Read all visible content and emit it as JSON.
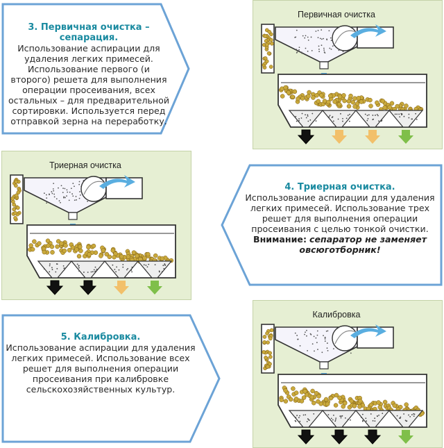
{
  "sections": [
    {
      "title": "3. Первичная очистка – сепарация.",
      "body": "Использование аспирации для удаления легких примесей. Использование первого (и второго) решета для выполнения операции просеивания, всех остальных – для предварительной сортировки. Используется перед отправкой зерна на переработку.",
      "diagram_title": "Первичная очистка",
      "outlets": [
        "black",
        "yellow",
        "yellow",
        "green"
      ]
    },
    {
      "title": "4. Триерная очистка.",
      "body": "Использование аспирации для удаления легких примесей. Использование трех решет для выполнения операции просеивания с целью тонкой очистки.",
      "warning_label": "Внимание:",
      "warning_text": "сепаратор не заменяет овсюготборник!",
      "diagram_title": "Триерная очистка",
      "outlets": [
        "black",
        "black",
        "yellow",
        "green"
      ]
    },
    {
      "title": "5. Калибровка.",
      "body": "Использование аспирации для удаления легких примесей. Использование всех решет для выполнения операции просеивания при калибровке сельскохозяйственных культур.",
      "diagram_title": "Калибровка",
      "outlets": [
        "black",
        "black",
        "black",
        "green"
      ]
    }
  ],
  "colors": {
    "accent": "#1a8aa0",
    "panel_bg": "#e6efd3",
    "air_arrow": "#5aaee0",
    "grain": "#c9a93c",
    "black_arrow": "#111111",
    "yellow_arrow": "#f2c06a",
    "green_arrow": "#7fbf4a"
  }
}
